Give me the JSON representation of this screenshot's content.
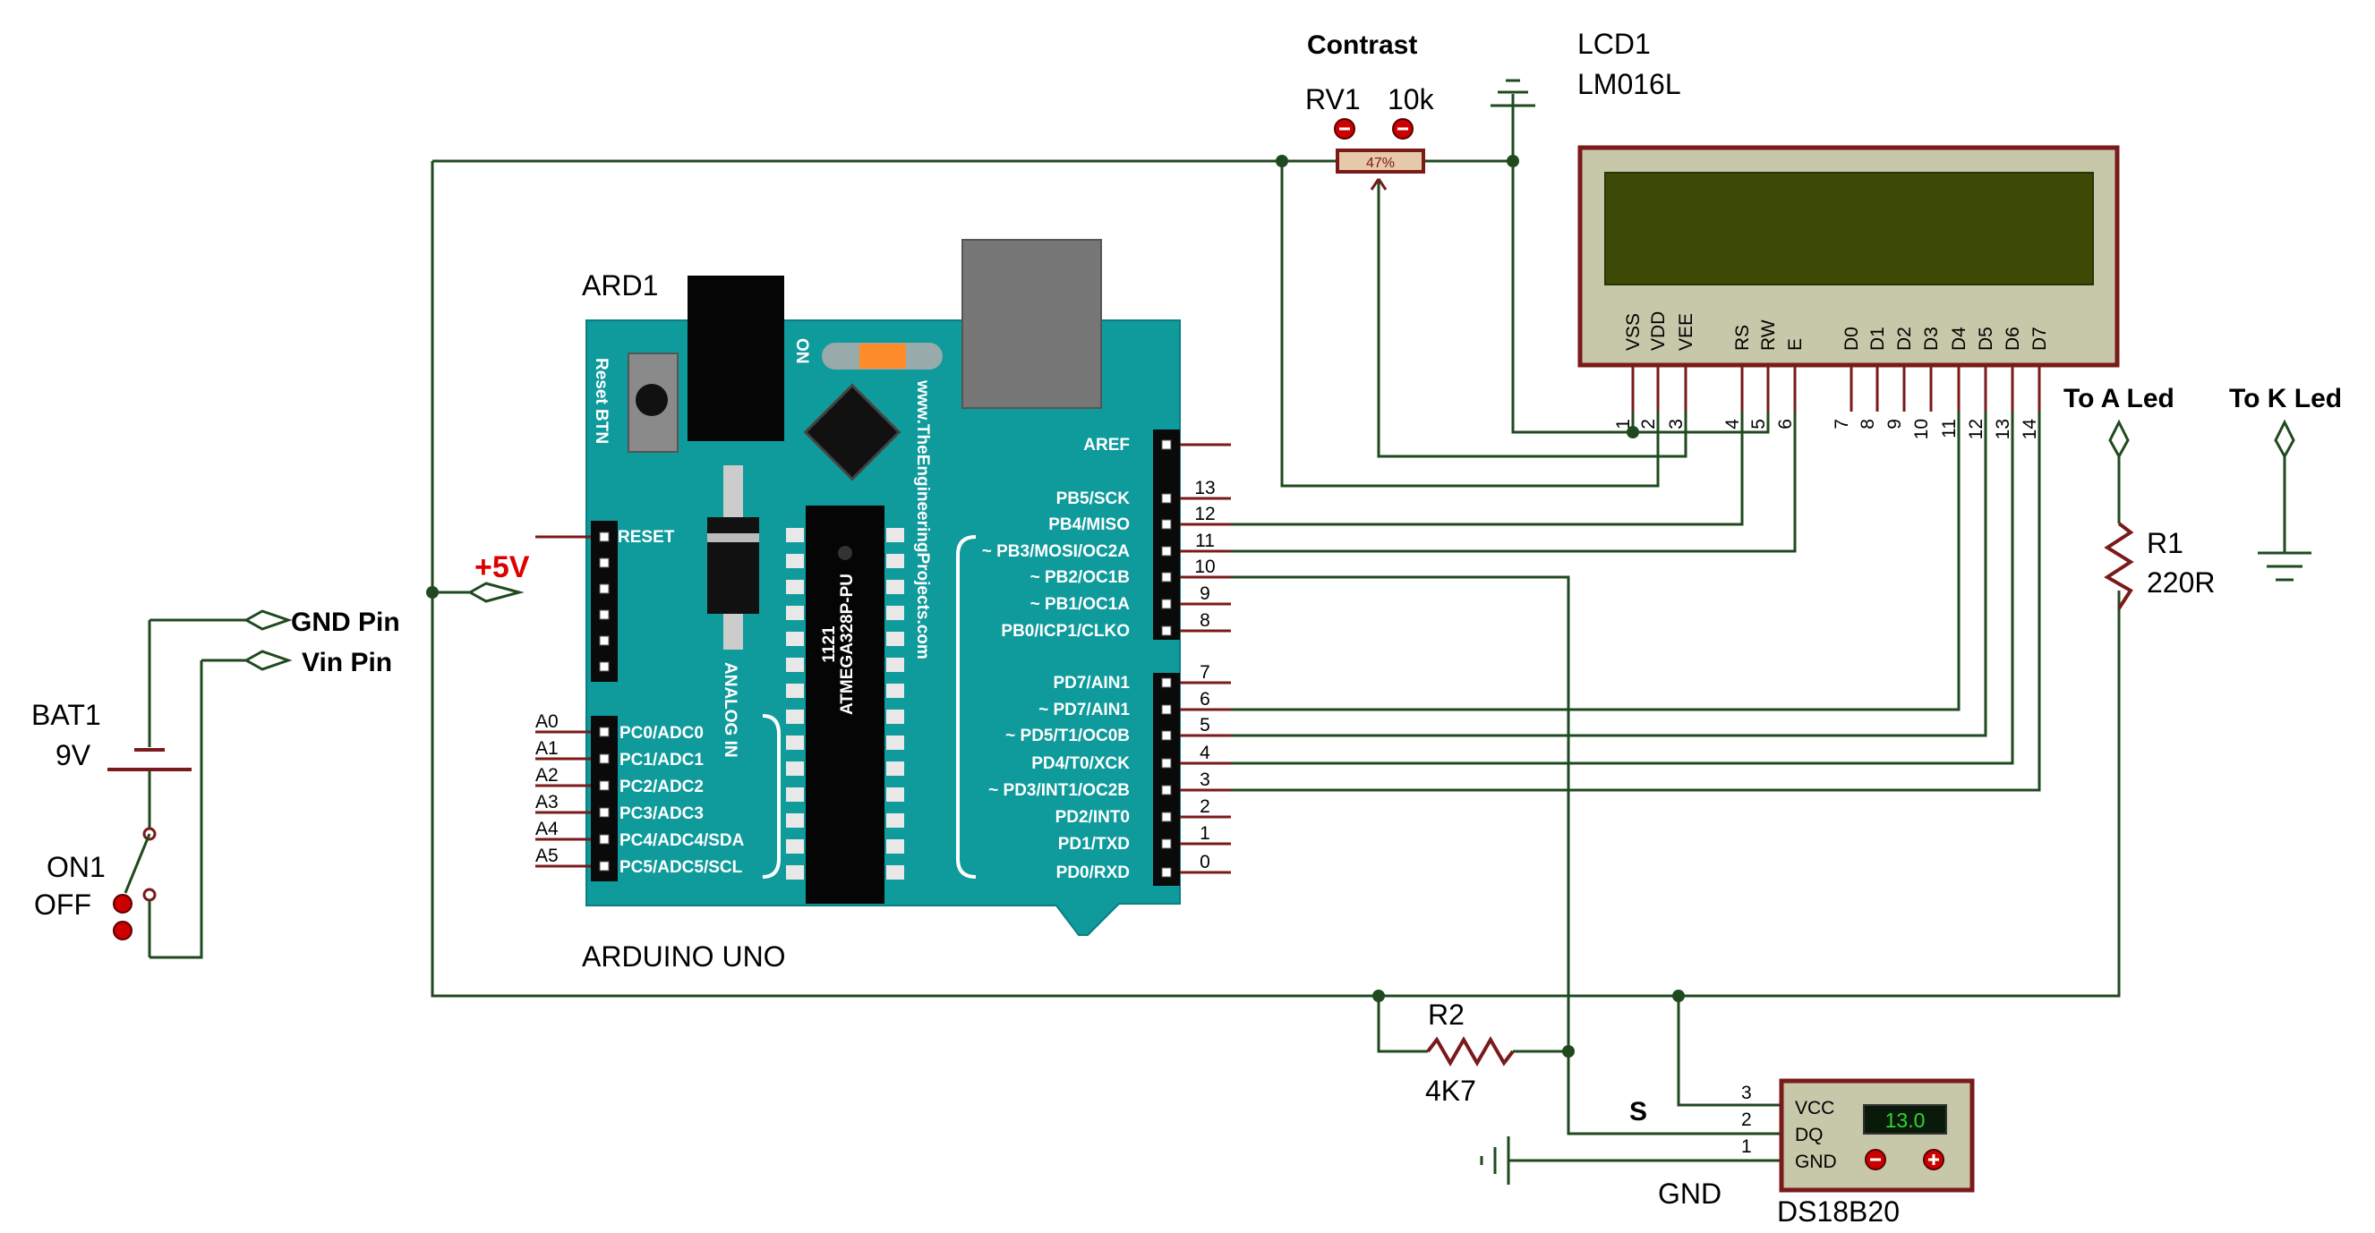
{
  "colors": {
    "wire": "#1f4a1f",
    "part": "#7a1a1a",
    "board": "#0f9a9c",
    "lcd_screen": "#3d4a06",
    "red": "#dd0000"
  },
  "labels": {
    "contrast": "Contrast",
    "rv1": "RV1",
    "rv1_value": "10k",
    "pot_percent": "47%",
    "lcd1": "LCD1",
    "lcd_model": "LM016L",
    "ard1": "ARD1",
    "arduino_uno": "ARDUINO UNO",
    "plus5v": "+5V",
    "gnd_pin": "GND Pin",
    "vin_pin": "Vin Pin",
    "bat1": "BAT1",
    "bat_value": "9V",
    "on1": "ON1",
    "off": "OFF",
    "to_a_led": "To A Led",
    "to_k_led": "To K Led",
    "r1": "R1",
    "r1_value": "220R",
    "r2": "R2",
    "r2_value": "4K7",
    "s": "S",
    "gnd": "GND",
    "ds18b20": "DS18B20",
    "sensor_reading": "13.0",
    "vcc": "VCC",
    "dq": "DQ",
    "gnd_pin_s": "GND",
    "reset_btn": "Reset BTN",
    "on_board": "ON",
    "website": "www.TheEngineeringProjects.com",
    "analog_in": "ANALOG IN",
    "chip_name": "ATMEGA328P-PU",
    "chip_code": "1121",
    "aref": "AREF",
    "reset": "RESET"
  },
  "digital_pins_top": [
    {
      "label": "PB5/SCK",
      "num": "13"
    },
    {
      "label": "PB4/MISO",
      "num": "12"
    },
    {
      "label": "~ PB3/MOSI/OC2A",
      "num": "11"
    },
    {
      "label": "~ PB2/OC1B",
      "num": "10"
    },
    {
      "label": "~ PB1/OC1A",
      "num": "9"
    },
    {
      "label": "PB0/ICP1/CLKO",
      "num": "8"
    }
  ],
  "digital_pins_bottom": [
    {
      "label": "PD7/AIN1",
      "num": "7"
    },
    {
      "label": "~ PD7/AIN1",
      "num": "6"
    },
    {
      "label": "~ PD5/T1/OC0B",
      "num": "5"
    },
    {
      "label": "PD4/T0/XCK",
      "num": "4"
    },
    {
      "label": "~ PD3/INT1/OC2B",
      "num": "3"
    },
    {
      "label": "PD2/INT0",
      "num": "2"
    },
    {
      "label": "PD1/TXD",
      "num": "1"
    },
    {
      "label": "PD0/RXD",
      "num": "0"
    }
  ],
  "analog_pins": [
    {
      "label": "PC0/ADC0",
      "num": "A0"
    },
    {
      "label": "PC1/ADC1",
      "num": "A1"
    },
    {
      "label": "PC2/ADC2",
      "num": "A2"
    },
    {
      "label": "PC3/ADC3",
      "num": "A3"
    },
    {
      "label": "PC4/ADC4/SDA",
      "num": "A4"
    },
    {
      "label": "PC5/ADC5/SCL",
      "num": "A5"
    }
  ],
  "lcd_pins": [
    {
      "name": "VSS",
      "num": "1"
    },
    {
      "name": "VDD",
      "num": "2"
    },
    {
      "name": "VEE",
      "num": "3"
    },
    {
      "name": "RS",
      "num": "4"
    },
    {
      "name": "RW",
      "num": "5"
    },
    {
      "name": "E",
      "num": "6"
    },
    {
      "name": "D0",
      "num": "7"
    },
    {
      "name": "D1",
      "num": "8"
    },
    {
      "name": "D2",
      "num": "9"
    },
    {
      "name": "D3",
      "num": "10"
    },
    {
      "name": "D4",
      "num": "11"
    },
    {
      "name": "D5",
      "num": "12"
    },
    {
      "name": "D6",
      "num": "13"
    },
    {
      "name": "D7",
      "num": "14"
    }
  ],
  "sensor_pins": [
    {
      "name": "VCC",
      "num": "3"
    },
    {
      "name": "DQ",
      "num": "2"
    },
    {
      "name": "GND",
      "num": "1"
    }
  ]
}
